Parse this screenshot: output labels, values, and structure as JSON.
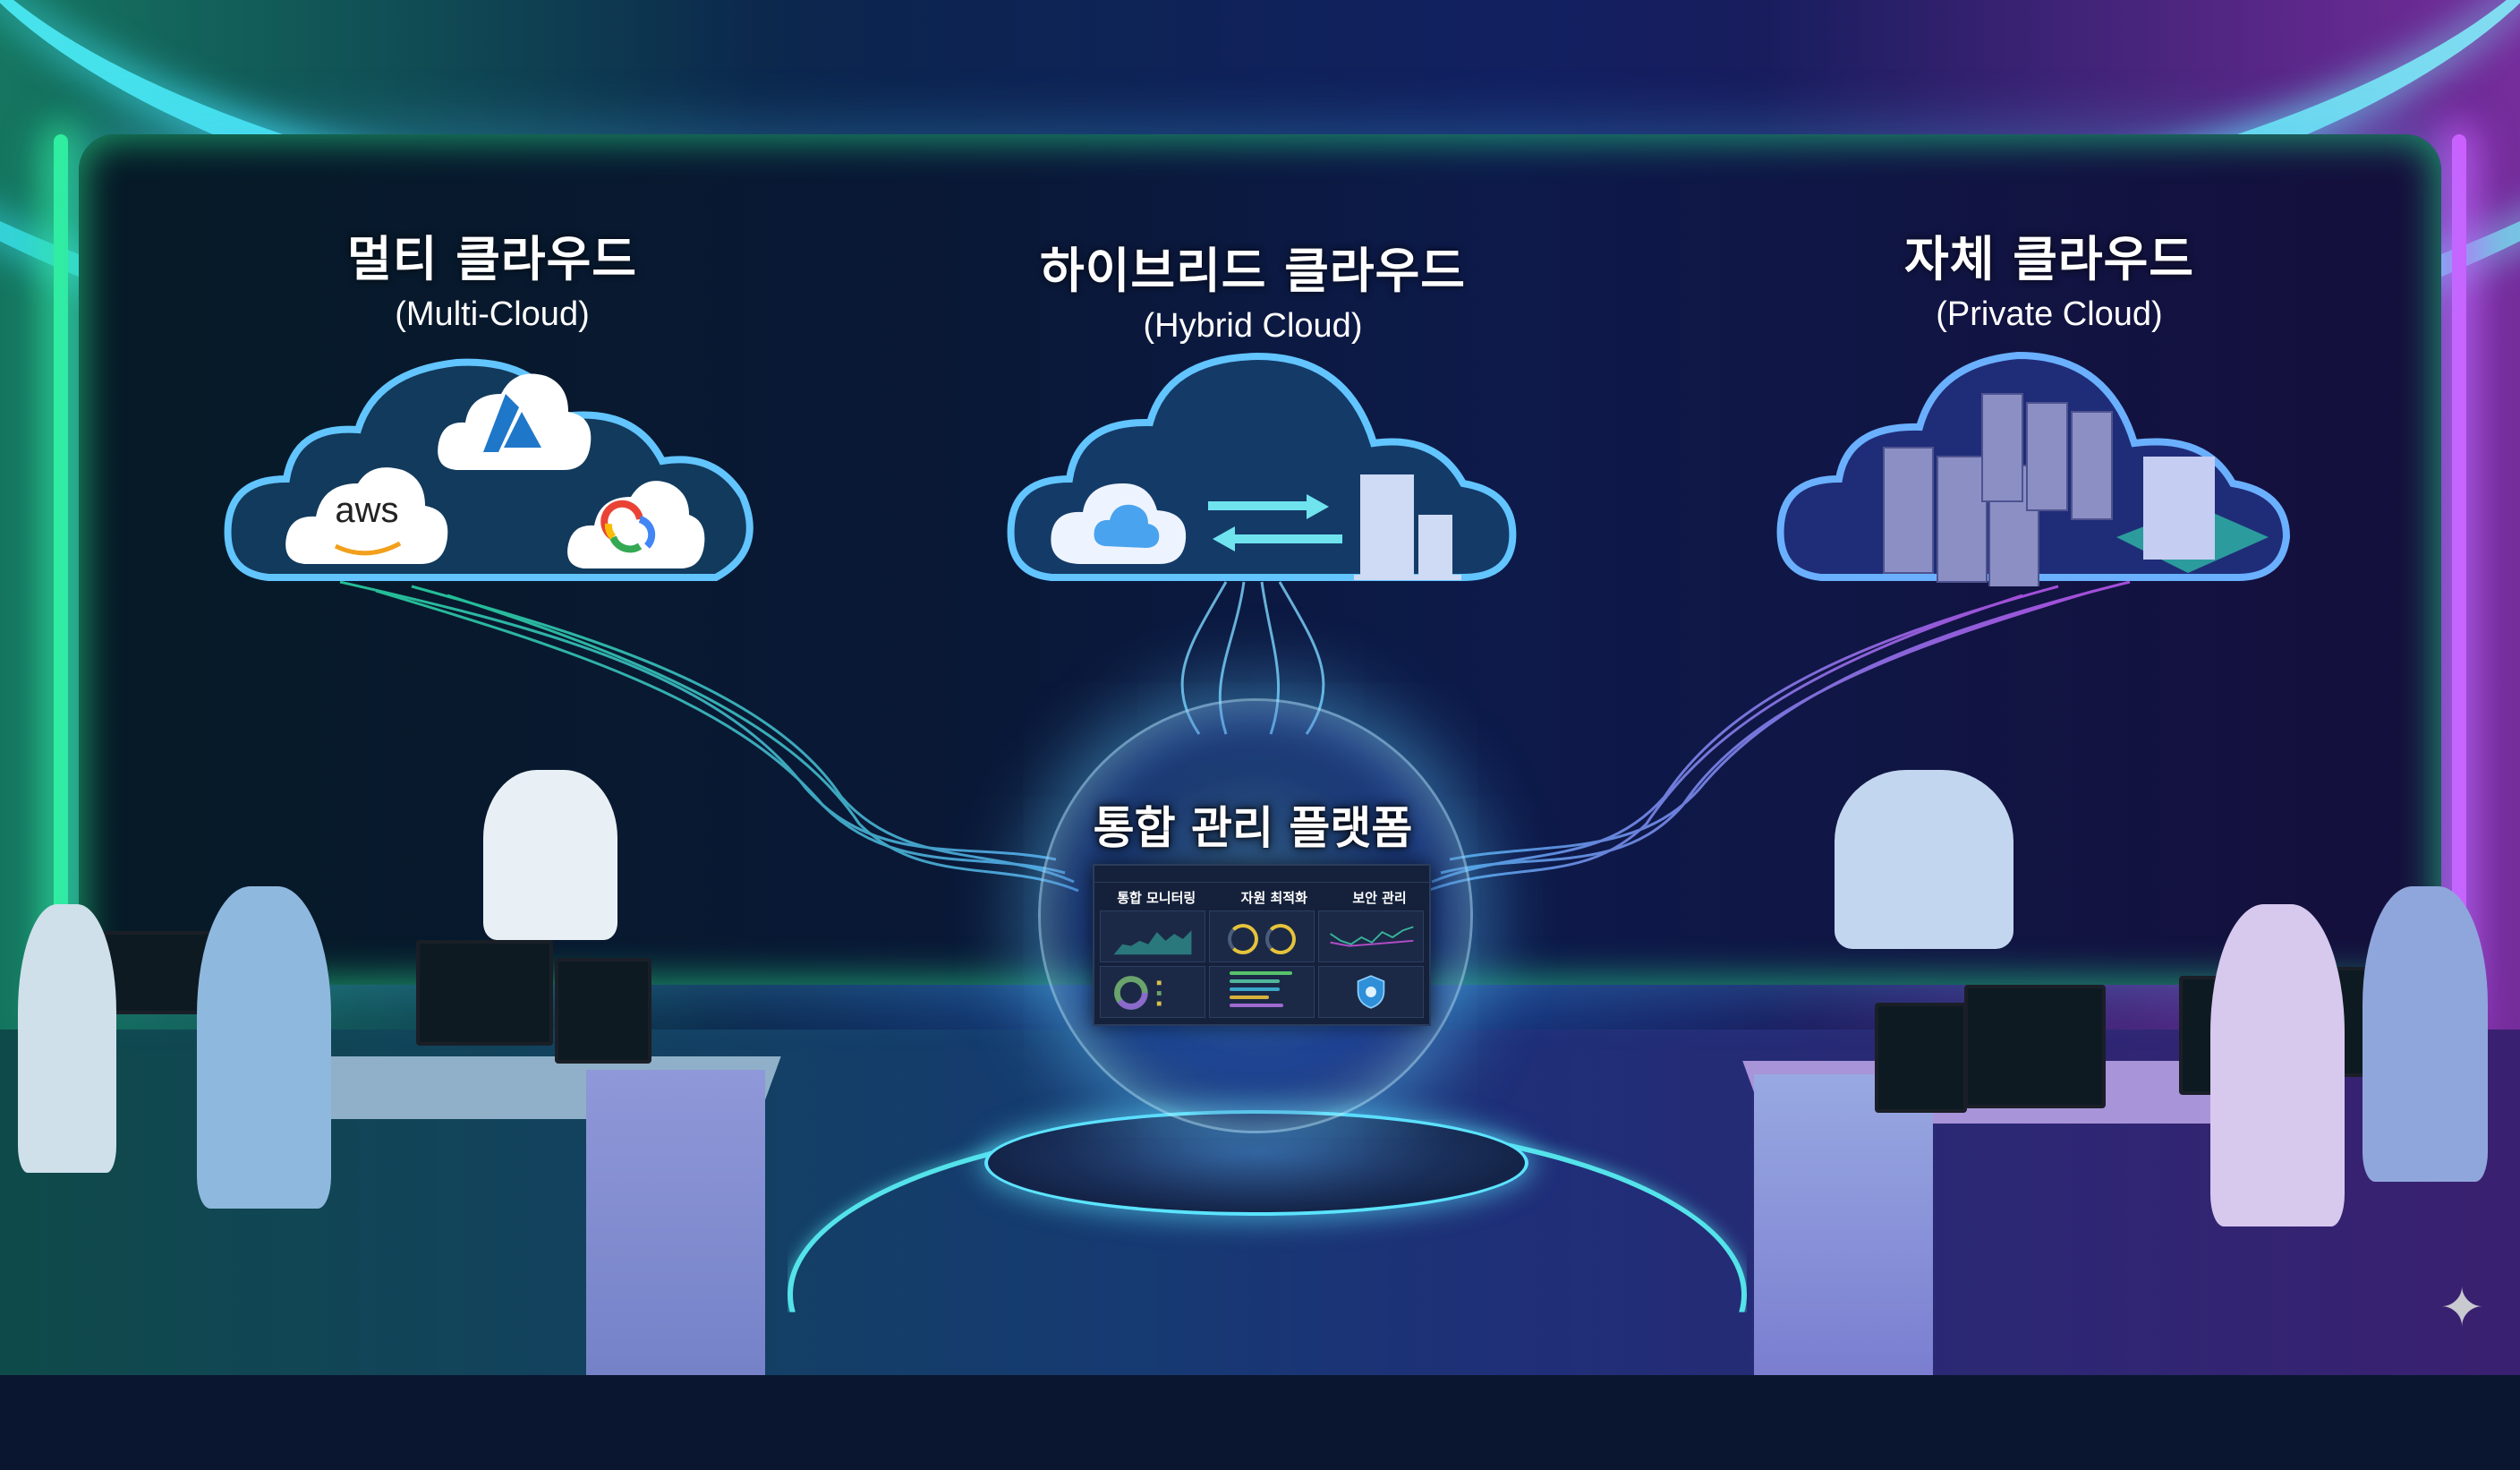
{
  "sections": {
    "multi": {
      "title_ko": "멀티 클라우드",
      "title_en": "(Multi-Cloud)",
      "providers": [
        {
          "name": "aws",
          "icon": "aws-logo-icon",
          "label": "aws"
        },
        {
          "name": "azure",
          "icon": "azure-logo-icon"
        },
        {
          "name": "google-cloud",
          "icon": "google-cloud-logo-icon"
        }
      ]
    },
    "hybrid": {
      "title_ko": "하이브리드 클라우드",
      "title_en": "(Hybrid Cloud)",
      "icons": [
        "cloud-icon",
        "sync-arrows-icon",
        "office-building-icon"
      ]
    },
    "private": {
      "title_ko": "자체 클라우드",
      "title_en": "(Private Cloud)",
      "icons": [
        "server-rack-icon",
        "secure-server-icon"
      ]
    }
  },
  "platform": {
    "title": "통합 관리 플랫폼",
    "dashboard": {
      "headers": [
        "통합 모니터링",
        "자원 최적화",
        "보안 관리"
      ],
      "panels": [
        "line-chart",
        "gauge-rings",
        "line-chart",
        "donut-chart",
        "bar-list",
        "shield-icon"
      ]
    }
  },
  "colors": {
    "left_glow": "#2ef09a",
    "center_glow": "#3fd7e8",
    "right_glow": "#d15cff",
    "wall_bg": "#0a1838"
  },
  "watermark": {
    "icon": "sparkle-icon",
    "glyph": "✦"
  }
}
